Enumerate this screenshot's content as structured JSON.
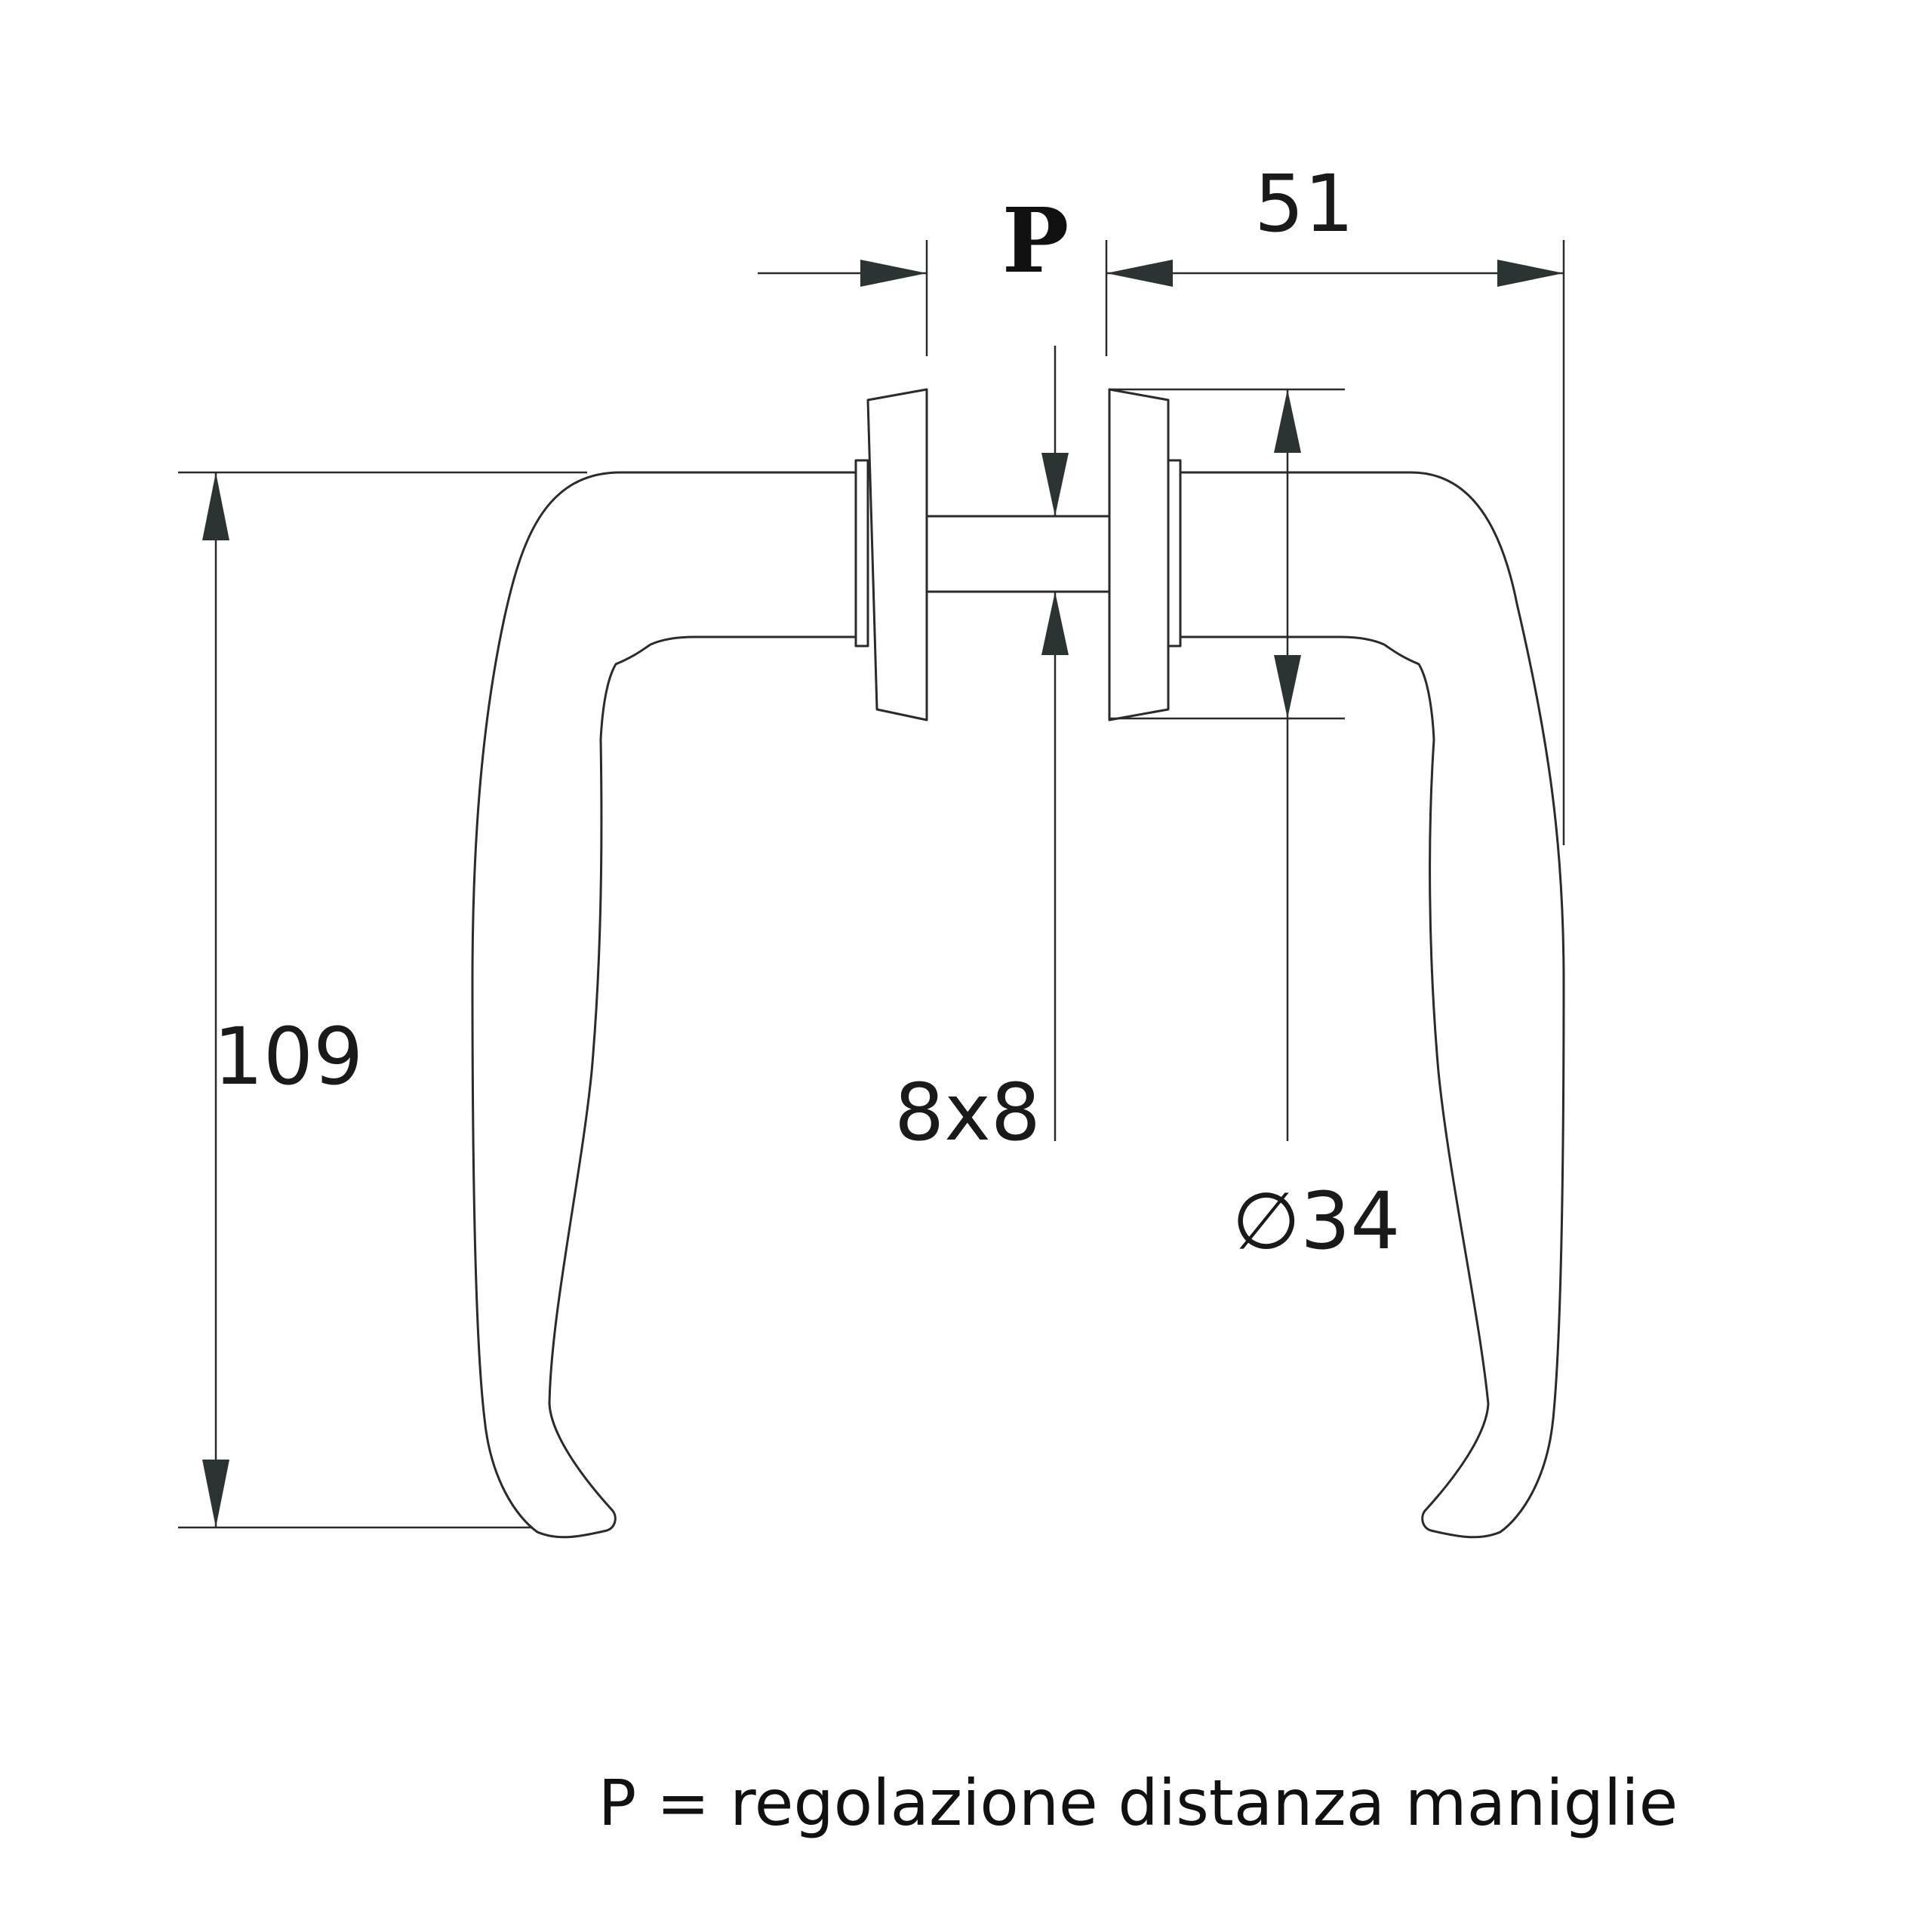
{
  "dimensions": {
    "p_label": "P",
    "width_label": "51",
    "height_label": "109",
    "spindle_label": "8x8",
    "rose_diameter_label": "∅34"
  },
  "caption": "P = regolazione distanza maniglie",
  "colors": {
    "line": "#2b2b2b",
    "arrow": "#2b3333",
    "background": "#ffffff"
  }
}
